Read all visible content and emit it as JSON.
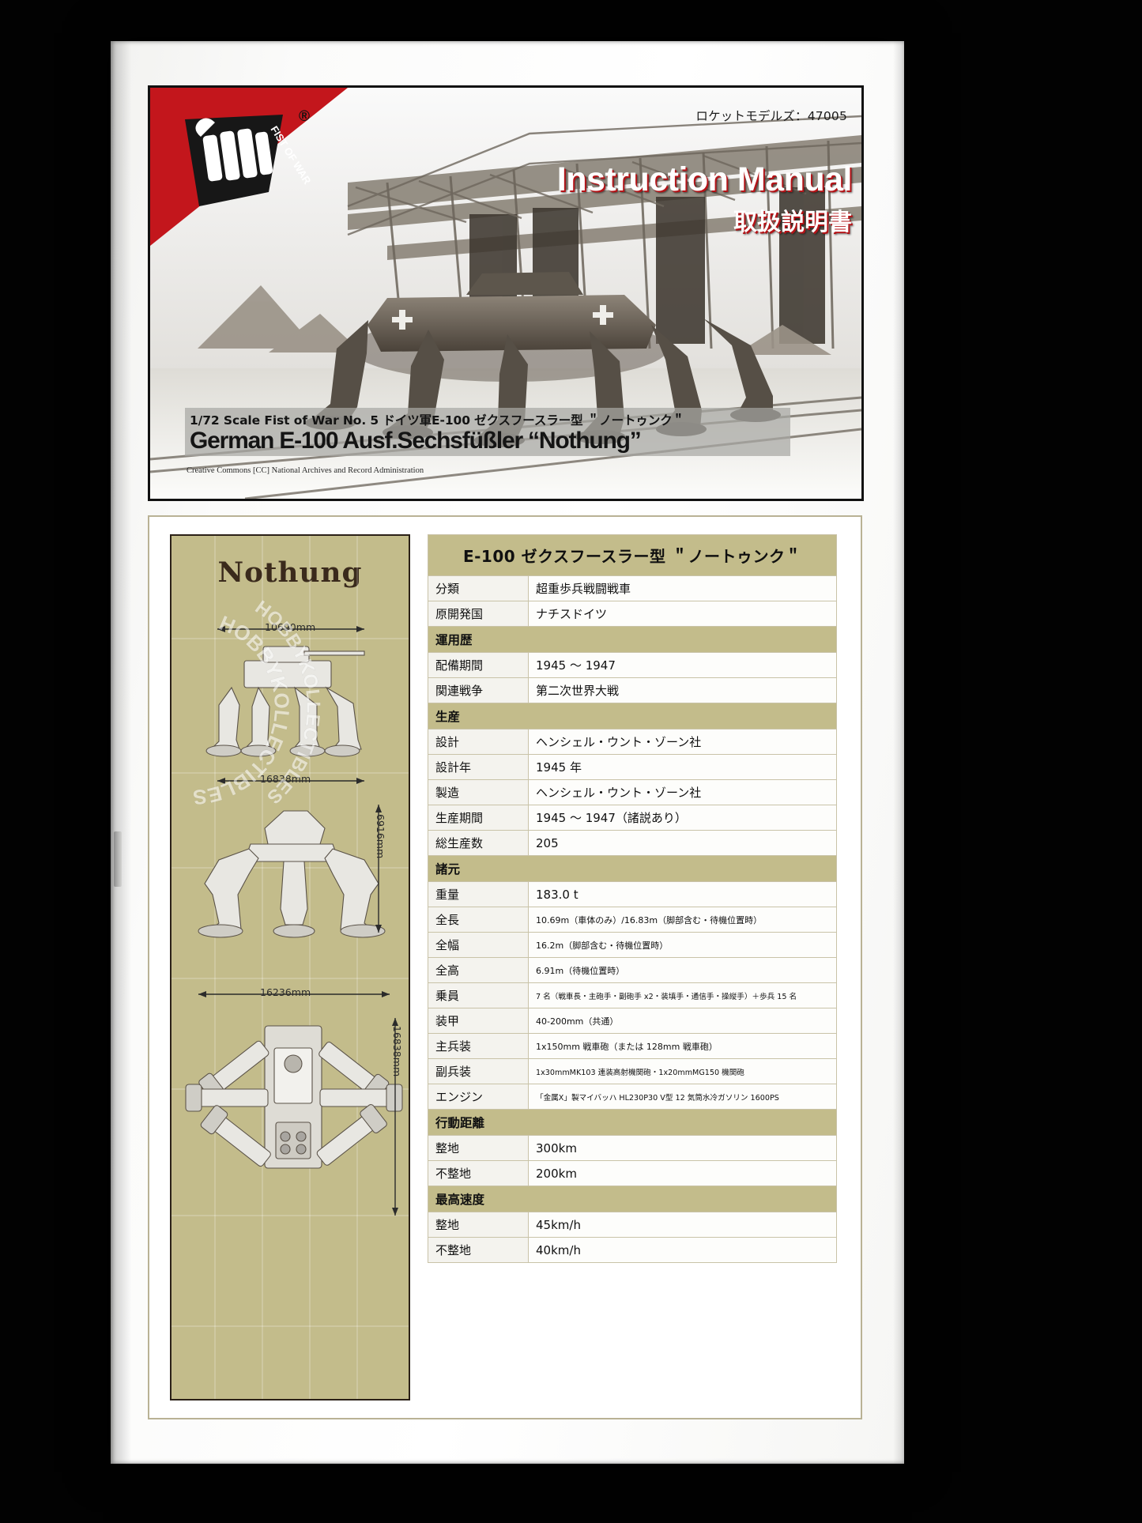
{
  "catalog_number": "ロケットモデルズ：47005",
  "cover": {
    "manual_title_en": "Instruction Manual",
    "manual_title_jp": "取扱説明書",
    "logo_text": "FIST OF WAR",
    "logo_registered": "®",
    "band_line1": "1/72 Scale Fist of War No. 5  ドイツ軍E-100 ゼクスフースラー型 ＂ノートゥンク＂",
    "band_line2": "German E-100 Ausf.Sechsfüßler “Nothung”",
    "photo_credit": "Creative Commons [CC] National Archives and Record Administration"
  },
  "diagram": {
    "logo": "Nothung",
    "dim_top": "10690mm",
    "dim_side": "16838mm",
    "dim_height": "6916mm",
    "dim_bottom": "16236mm",
    "dim_bottom_vert": "16838mm"
  },
  "spec_table": {
    "title": "E-100 ゼクスフースラー型 ＂ノートゥンク＂",
    "rows": [
      {
        "type": "row",
        "key": "分類",
        "value": "超重歩兵戦闘戦車"
      },
      {
        "type": "row",
        "key": "原開発国",
        "value": "ナチスドイツ"
      },
      {
        "type": "section",
        "key": "運用歴"
      },
      {
        "type": "row",
        "key": "配備期間",
        "value": "1945 〜 1947"
      },
      {
        "type": "row",
        "key": "関連戦争",
        "value": "第二次世界大戦"
      },
      {
        "type": "section",
        "key": "生産"
      },
      {
        "type": "row",
        "key": "設計",
        "value": "ヘンシェル・ウント・ゾーン社"
      },
      {
        "type": "row",
        "key": "設計年",
        "value": "1945 年"
      },
      {
        "type": "row",
        "key": "製造",
        "value": "ヘンシェル・ウント・ゾーン社"
      },
      {
        "type": "row",
        "key": "生産期間",
        "value": "1945 〜 1947（諸説あり）"
      },
      {
        "type": "row",
        "key": "総生産数",
        "value": "205"
      },
      {
        "type": "section",
        "key": "諸元"
      },
      {
        "type": "row",
        "key": "重量",
        "value": "183.0 t"
      },
      {
        "type": "row",
        "key": "全長",
        "value": "10.69m（車体のみ）/16.83m（脚部含む・待機位置時）",
        "size": "sm"
      },
      {
        "type": "row",
        "key": "全幅",
        "value": "16.2m（脚部含む・待機位置時）",
        "size": "sm"
      },
      {
        "type": "row",
        "key": "全高",
        "value": "6.91m（待機位置時）",
        "size": "sm"
      },
      {
        "type": "row",
        "key": "乗員",
        "value": "7 名（戦車長・主砲手・副砲手 x2・装填手・通信手・操縦手）＋歩兵 15 名",
        "size": "xs"
      },
      {
        "type": "row",
        "key": "装甲",
        "value": "40-200mm（共通）",
        "size": "sm"
      },
      {
        "type": "row",
        "key": "主兵装",
        "value": "1x150mm 戦車砲（または 128mm 戦車砲）",
        "size": "sm"
      },
      {
        "type": "row",
        "key": "副兵装",
        "value": "1x30mmMK103 連装高射機関砲・1x20mmMG150 機関砲",
        "size": "xs"
      },
      {
        "type": "row",
        "key": "エンジン",
        "value": "「金属X」製マイバッハ HL230P30 V型 12 気筒水冷ガソリン 1600PS",
        "size": "xs"
      },
      {
        "type": "section",
        "key": "行動距離"
      },
      {
        "type": "row",
        "key": "整地",
        "value": "300km"
      },
      {
        "type": "row",
        "key": "不整地",
        "value": "200km"
      },
      {
        "type": "section",
        "key": "最高速度"
      },
      {
        "type": "row",
        "key": "整地",
        "value": "45km/h"
      },
      {
        "type": "row",
        "key": "不整地",
        "value": "40km/h"
      }
    ]
  },
  "watermark": {
    "line_outer": "HOBBYKOLLECTIBLES",
    "line_inner": "HOBBYKOLLECTIBLES"
  },
  "colors": {
    "tan": "#c3bc8b",
    "red": "#c3161c",
    "paper": "#ffffff",
    "ink": "#141414"
  }
}
